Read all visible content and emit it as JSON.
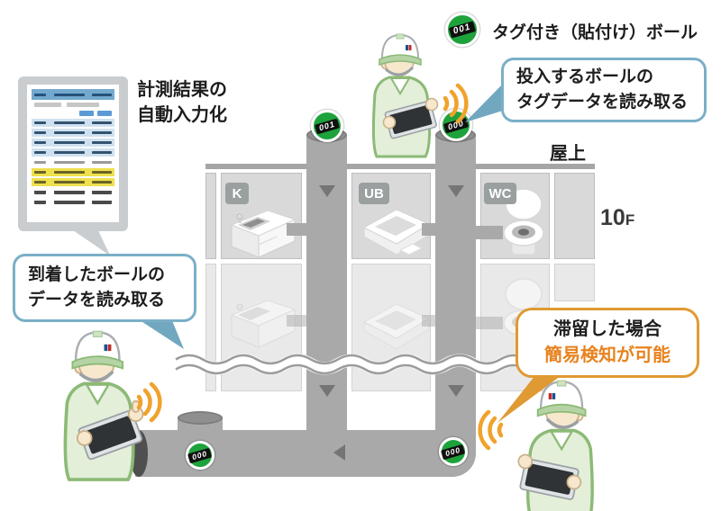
{
  "legend": {
    "ball": "001",
    "label": "タグ付き（貼付け）ボール"
  },
  "doc": {
    "caption1": "計測結果の",
    "caption2": "自動入力化"
  },
  "callouts": {
    "read_inserted": {
      "line1": "投入するボールの",
      "line2": "タグデータを読み取る"
    },
    "read_arrived": {
      "line1": "到着したボールの",
      "line2": "データを読み取る"
    },
    "stagnation": {
      "line1": "滞留した場合",
      "line2": "簡易検知が可能"
    }
  },
  "building": {
    "roof_label": "屋上",
    "floor_num": "10",
    "floor_suffix": "F",
    "rooms": [
      {
        "label": "K"
      },
      {
        "label": "UB"
      },
      {
        "label": "WC"
      }
    ]
  },
  "balls": {
    "pipe_left": "001",
    "pipe_right": "000",
    "branch": "000",
    "elbow": "000"
  },
  "colors": {
    "ball_green": "#1ea33c",
    "bubble_blue_border": "#7aafc7",
    "bubble_orange_border": "#e09a33",
    "highlight_orange_text": "#e8821e",
    "pipe_gray": "#a9a9a9",
    "room_gray": "#d9d9d9",
    "wifi_orange": "#f0a22b",
    "doc_header_blue": "#74a9cf",
    "doc_row_blue": "#cfe1f0",
    "doc_row_yellow": "#efe04e"
  }
}
